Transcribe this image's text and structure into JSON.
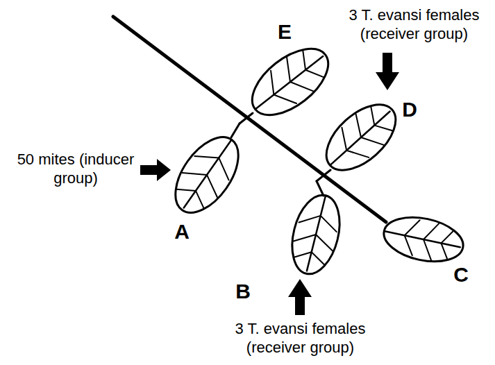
{
  "diagram": {
    "labels": [
      "E",
      "3 T. evansi females (receiver group)",
      "D",
      "50 mites (inducer group)",
      "A",
      "B",
      "C",
      "3 T. evansi females (receiver group)"
    ]
  }
}
